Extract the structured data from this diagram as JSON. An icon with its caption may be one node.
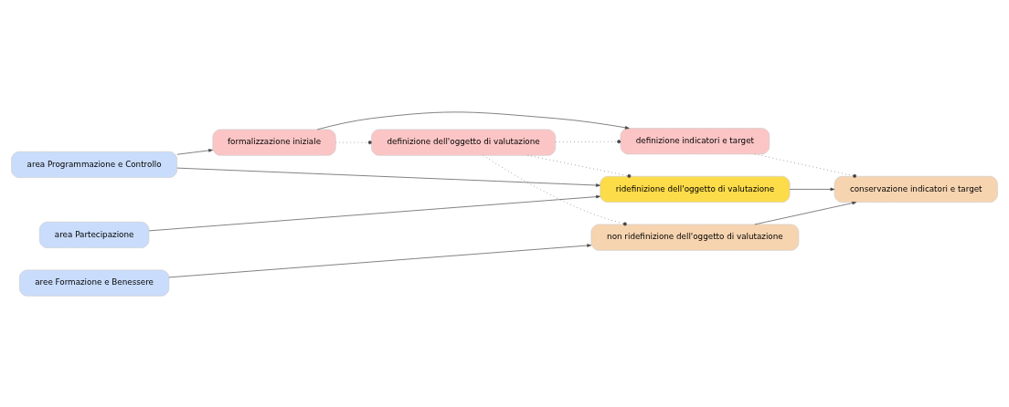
{
  "diagram": {
    "nodes": [
      {
        "text": [
          "area Programmazione e Controllo"
        ]
      },
      {
        "text": [
          "formalizzazione iniziale"
        ]
      },
      {
        "text": [
          "definizione dell'oggetto di valutazione"
        ]
      },
      {
        "text": [
          "definizione indicatori e target"
        ]
      },
      {
        "text": [
          "area Partecipazione"
        ]
      },
      {
        "text": [
          "ridefinizione dell'oggetto di valutazione"
        ]
      },
      {
        "text": [
          "conservazione indicatori e target"
        ]
      },
      {
        "text": [
          "aree Formazione e Benessere"
        ]
      },
      {
        "text": [
          "non ridefinizione dell'oggetto di valutazione"
        ]
      }
    ],
    "edges": [
      {
        "from": 0,
        "to": 1,
        "arrow": "to"
      },
      {
        "from": 1,
        "to": 3,
        "arrow": "to"
      },
      {
        "from": 1,
        "to": 2,
        "arrow": "other",
        "style": "dashed"
      },
      {
        "from": 2,
        "to": 3,
        "arrow": "other",
        "style": "dashed"
      },
      {
        "from": 0,
        "to": 5,
        "arrow": "to"
      },
      {
        "from": 4,
        "to": 5,
        "arrow": "to"
      },
      {
        "from": 2,
        "to": 5,
        "arrow": "other",
        "style": "dashed"
      },
      {
        "from": 2,
        "to": 8,
        "arrow": "other",
        "style": "dashed"
      },
      {
        "from": 3,
        "to": 6,
        "arrow": "other",
        "style": "dashed"
      },
      {
        "from": 5,
        "to": 6,
        "arrow": "to"
      },
      {
        "from": 7,
        "to": 8,
        "arrow": "to"
      },
      {
        "from": 8,
        "to": 6,
        "arrow": "to"
      }
    ]
  }
}
